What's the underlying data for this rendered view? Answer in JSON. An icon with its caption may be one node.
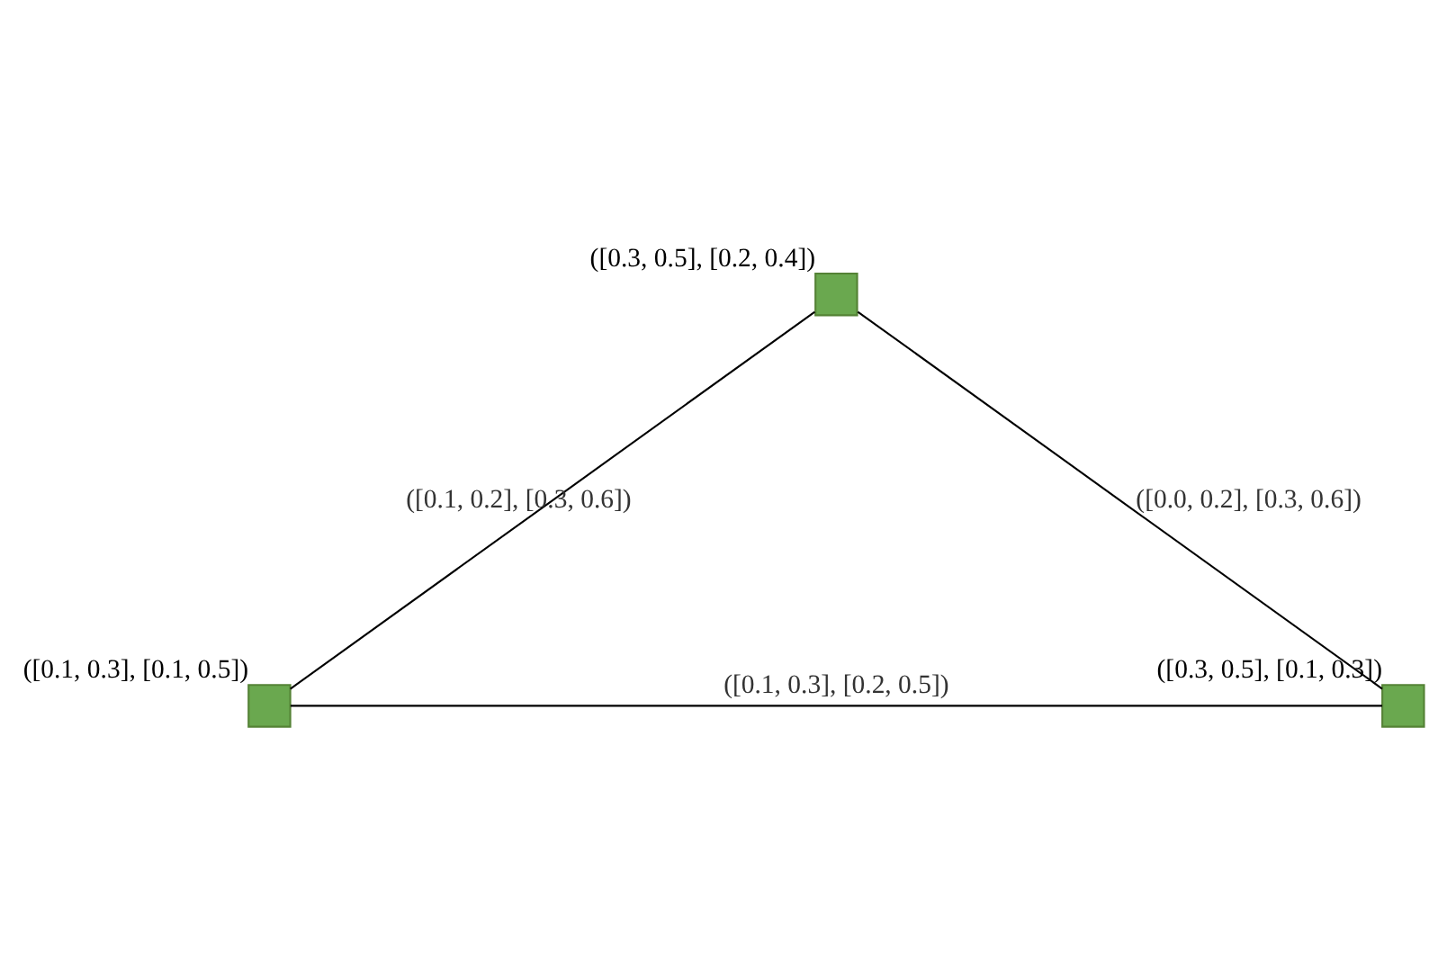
{
  "diagram": {
    "nodes": [
      {
        "text": [],
        "shape": "box",
        "beside": [
          "([0.3, 0.5], [0.2, 0.4])"
        ]
      },
      {
        "text": [],
        "shape": "box",
        "beside": [
          "([0.1, 0.3], [0.1, 0.5])"
        ]
      },
      {
        "text": [],
        "shape": "box",
        "beside": [
          "([0.3, 0.5], [0.1, 0.3])"
        ]
      }
    ],
    "edges": [
      {
        "from": 0,
        "to": 1,
        "arrow": "none",
        "label": "([0.1, 0.2], [0.3, 0.6])"
      },
      {
        "from": 0,
        "to": 2,
        "arrow": "none",
        "label": "([0.0, 0.2], [0.3, 0.6])"
      },
      {
        "from": 1,
        "to": 2,
        "arrow": "none",
        "label": "([0.1, 0.3], [0.2, 0.5])"
      }
    ]
  }
}
